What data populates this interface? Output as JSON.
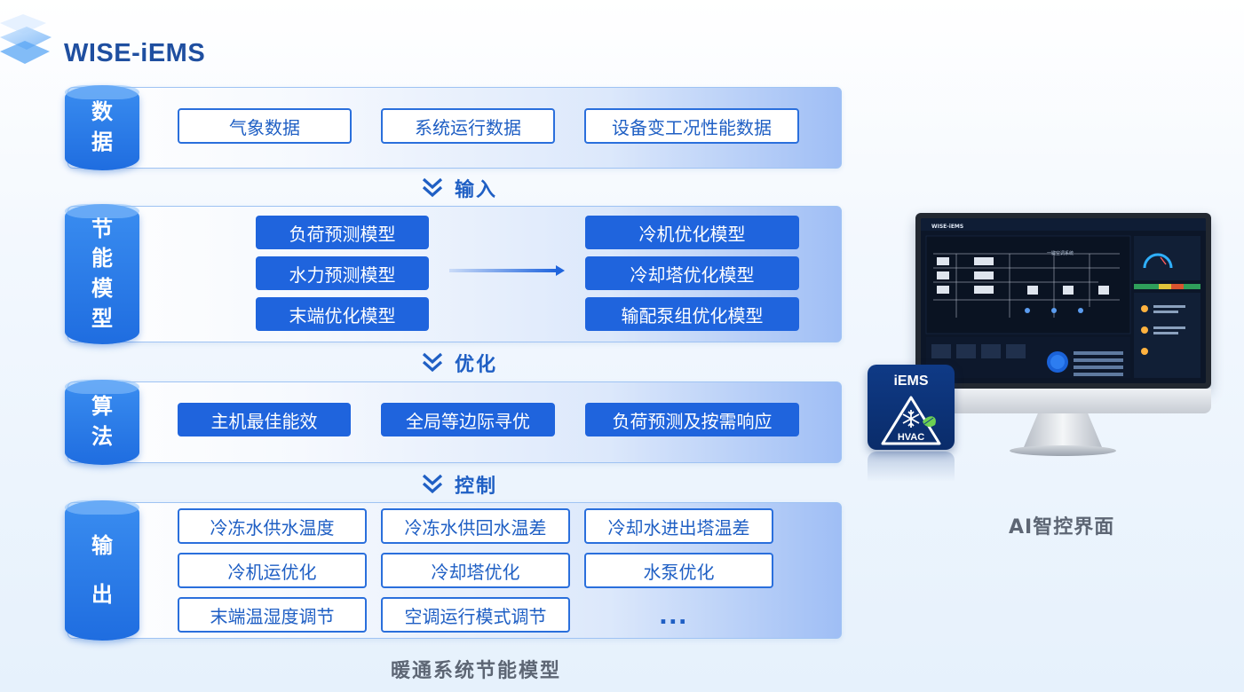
{
  "brand": {
    "logo_text": "WISE-iEMS"
  },
  "colors": {
    "accent": "#1f64dd",
    "cap": "#2a7ce8",
    "caption": "#5d6674"
  },
  "sections": {
    "data": {
      "cap": "数据",
      "items": [
        "气象数据",
        "系统运行数据",
        "设备变工况性能数据"
      ]
    },
    "model": {
      "cap": "节能模型",
      "left": [
        "负荷预测模型",
        "水力预测模型",
        "末端优化模型"
      ],
      "right": [
        "冷机优化模型",
        "冷却塔优化模型",
        "输配泵组优化模型"
      ]
    },
    "algo": {
      "cap": "算法",
      "items": [
        "主机最佳能效",
        "全局等边际寻优",
        "负荷预测及按需响应"
      ]
    },
    "output": {
      "cap": "输出",
      "items": [
        "冷冻水供水温度",
        "冷冻水供回水温差",
        "冷却水进出塔温差",
        "冷机运优化",
        "冷却塔优化",
        "水泵优化",
        "末端温湿度调节",
        "空调运行模式调节"
      ],
      "more": "..."
    }
  },
  "flows": [
    "输入",
    "优化",
    "控制"
  ],
  "footer_caption": "暖通系统节能模型",
  "screen": {
    "title": "WISE-iEMS",
    "subtitle": "一键空调系统"
  },
  "badge": {
    "title": "iEMS",
    "label": "HVAC"
  },
  "ai_caption": "AI智控界面"
}
